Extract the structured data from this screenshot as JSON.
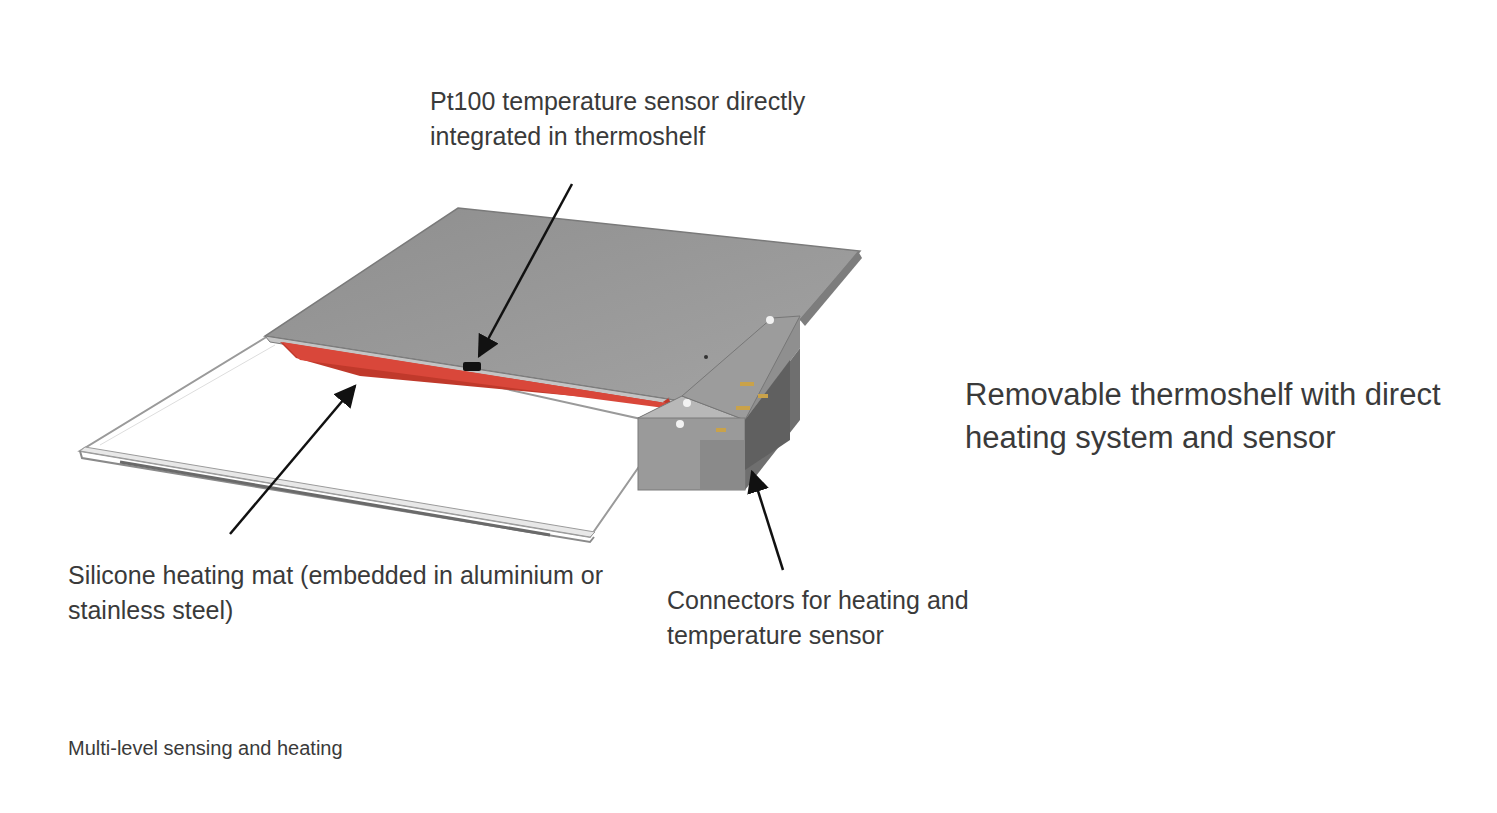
{
  "diagram": {
    "title": "Removable thermoshelf with direct heating system and sensor",
    "caption": "Multi-level sensing and heating",
    "labels": [
      "Pt100 temperature sensor directly integrated in thermoshelf",
      "Silicone heating mat (embedded in aluminium or stainless steel)",
      "Connectors for heating and temperature sensor"
    ]
  }
}
